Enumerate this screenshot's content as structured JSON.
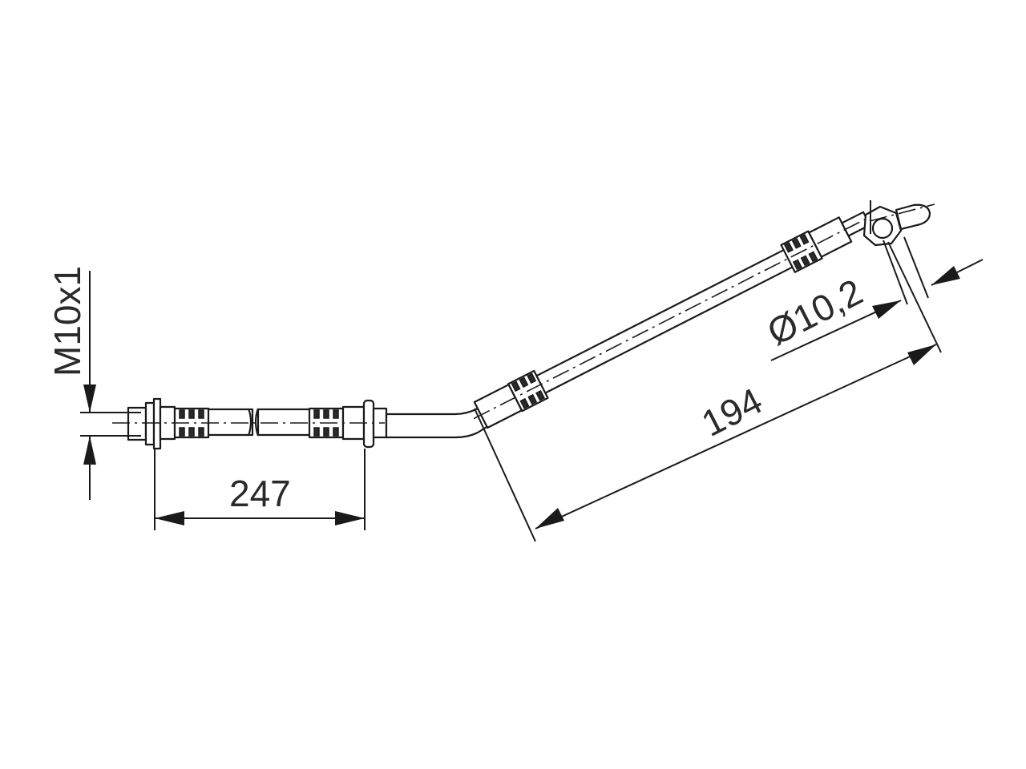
{
  "labels": {
    "thread": "M10x1",
    "length_straight": "247",
    "length_angled": "194",
    "diameter": "Ø10,2"
  }
}
